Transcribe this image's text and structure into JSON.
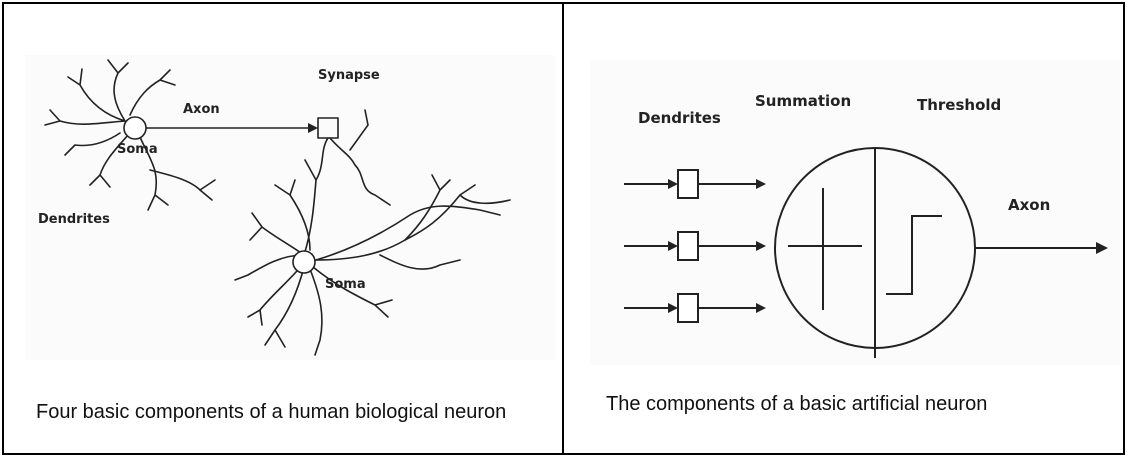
{
  "biological": {
    "labels": {
      "synapse": "Synapse",
      "axon": "Axon",
      "soma_top": "Soma",
      "dendrites": "Dendrites",
      "soma_bottom": "Soma"
    },
    "caption": "Four basic components of a human biological neuron"
  },
  "artificial": {
    "labels": {
      "dendrites": "Dendrites",
      "summation": "Summation",
      "threshold": "Threshold",
      "axon": "Axon"
    },
    "caption": "The components of a basic  artificial neuron"
  }
}
